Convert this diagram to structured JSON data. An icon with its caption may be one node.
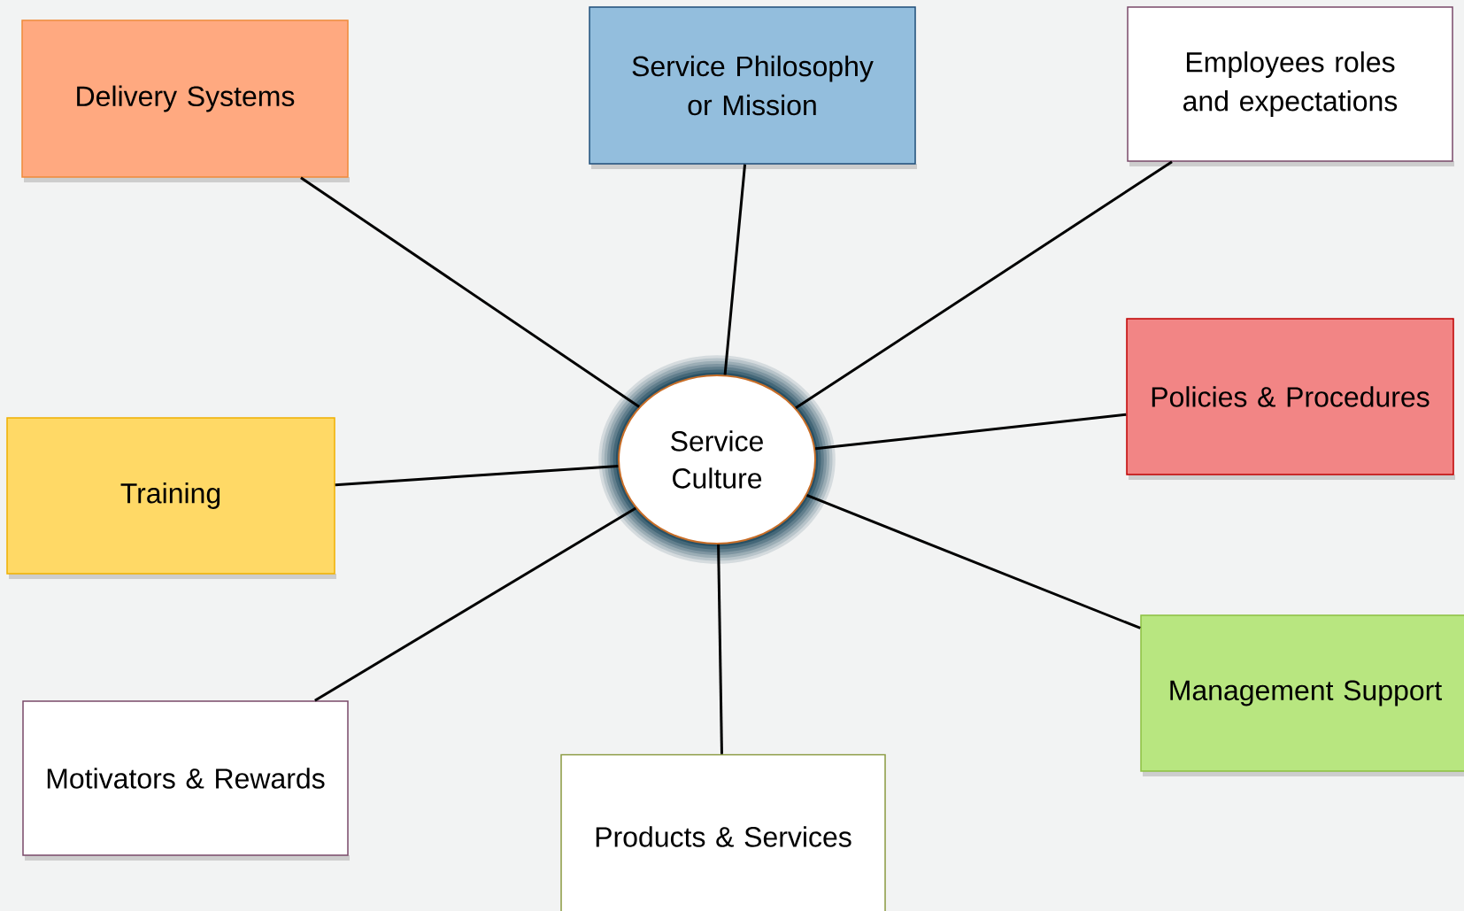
{
  "diagram": {
    "nodes": [
      {
        "text": [
          "Service Culture"
        ]
      },
      {
        "text": [
          "Delivery Systems"
        ]
      },
      {
        "text": [
          "Service Philosophy or Mission"
        ]
      },
      {
        "text": [
          "Employees roles and expectations"
        ]
      },
      {
        "text": [
          "Training"
        ]
      },
      {
        "text": [
          "Policies & Procedures"
        ]
      },
      {
        "text": [
          "Management Support"
        ]
      },
      {
        "text": [
          "Motivators & Rewards"
        ]
      },
      {
        "text": [
          "Products & Services"
        ]
      }
    ],
    "edges": [
      {
        "from": 0,
        "to": 1,
        "arrow": "none"
      },
      {
        "from": 0,
        "to": 2,
        "arrow": "none"
      },
      {
        "from": 0,
        "to": 3,
        "arrow": "none"
      },
      {
        "from": 0,
        "to": 4,
        "arrow": "none"
      },
      {
        "from": 0,
        "to": 5,
        "arrow": "none"
      },
      {
        "from": 0,
        "to": 6,
        "arrow": "none"
      },
      {
        "from": 0,
        "to": 7,
        "arrow": "none"
      },
      {
        "from": 0,
        "to": 8,
        "arrow": "none"
      }
    ]
  }
}
